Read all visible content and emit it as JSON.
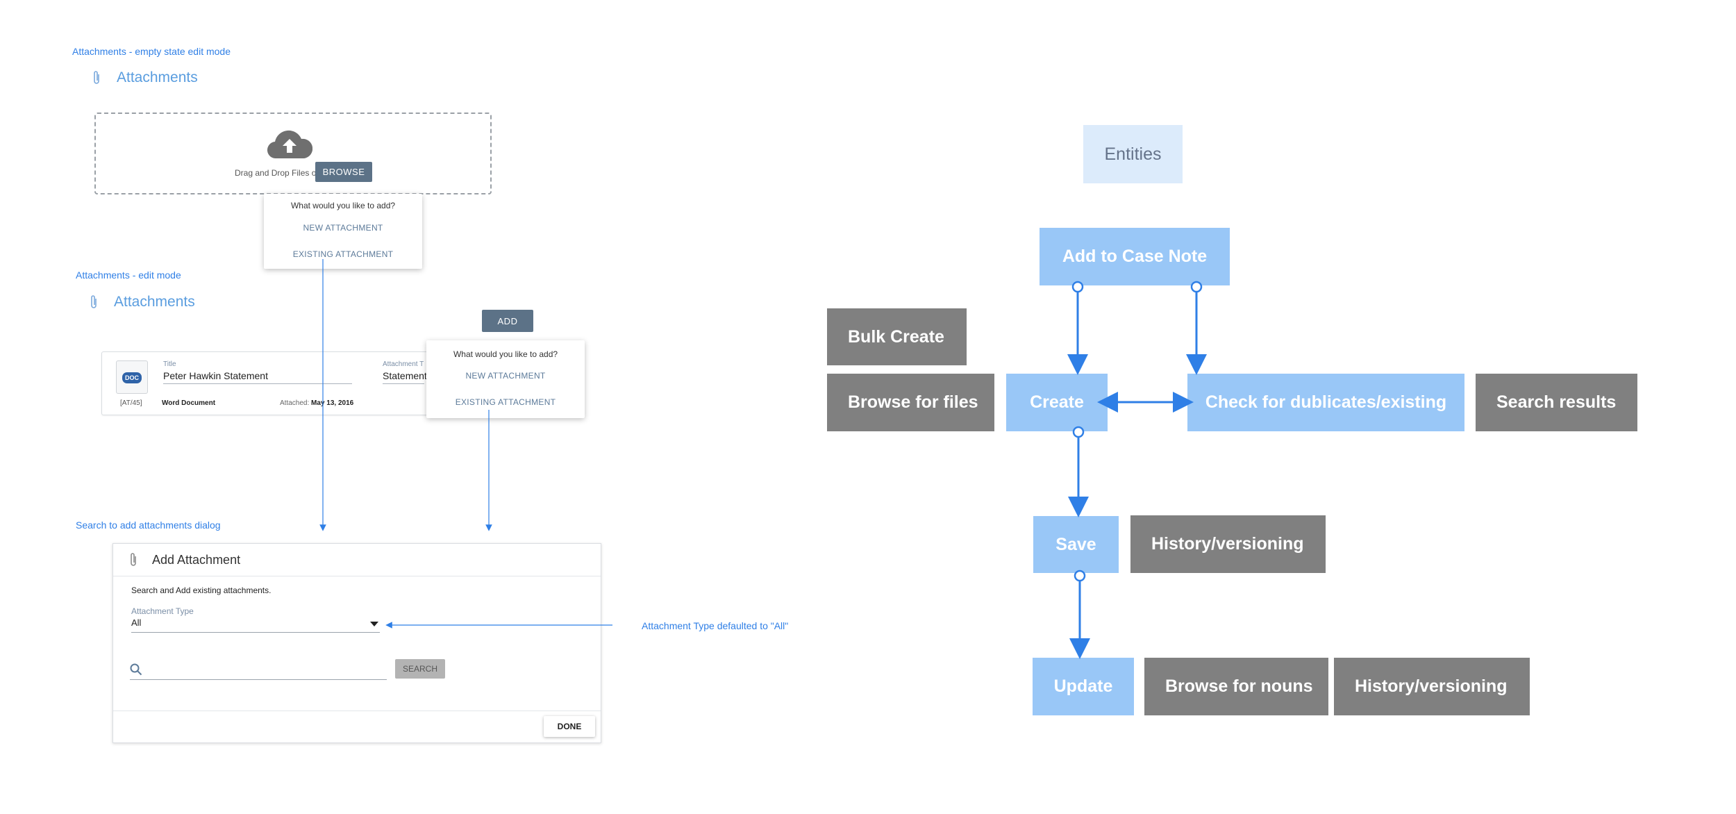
{
  "annotations": {
    "empty_state": "Attachments - empty state edit mode",
    "edit_mode": "Attachments - edit mode",
    "search_dialog": "Search to add attachments dialog",
    "type_default": "Attachment Type defaulted to \"All\""
  },
  "empty_state": {
    "header": "Attachments",
    "drop_text": "Drag and Drop Files or",
    "browse_label": "BROWSE"
  },
  "popup_menu": {
    "question": "What would you like to add?",
    "new_option": "NEW ATTACHMENT",
    "existing_option": "EXISTING ATTACHMENT"
  },
  "edit_mode": {
    "header": "Attachments",
    "add_label": "ADD",
    "doc_badge": "DOC",
    "title_label": "Title",
    "title_value": "Peter Hawkin Statement",
    "type_label": "Attachment T",
    "type_value": "Statement",
    "ref": "[AT/45]",
    "doc_type": "Word Document",
    "attached_label": "Attached:",
    "attached_date": "May 13, 2016"
  },
  "dialog": {
    "title": "Add Attachment",
    "subtitle": "Search and Add existing attachments.",
    "type_label": "Attachment Type",
    "type_value": "All",
    "search_label": "SEARCH",
    "done_label": "DONE"
  },
  "flow": {
    "entities": "Entities",
    "add_case_note": "Add to Case Note",
    "bulk_create": "Bulk Create",
    "browse_files": "Browse for files",
    "create": "Create",
    "check_duplicates": "Check for dublicates/existing",
    "search_results": "Search results",
    "save": "Save",
    "history_1": "History/versioning",
    "update": "Update",
    "browse_nouns": "Browse for nouns",
    "history_2": "History/versioning"
  },
  "colors": {
    "annotation": "#2f7fe6",
    "node_blue": "#99c7f7",
    "node_gray": "#808080",
    "node_pale": "#dcebfb",
    "button_slate": "#5c7287"
  }
}
